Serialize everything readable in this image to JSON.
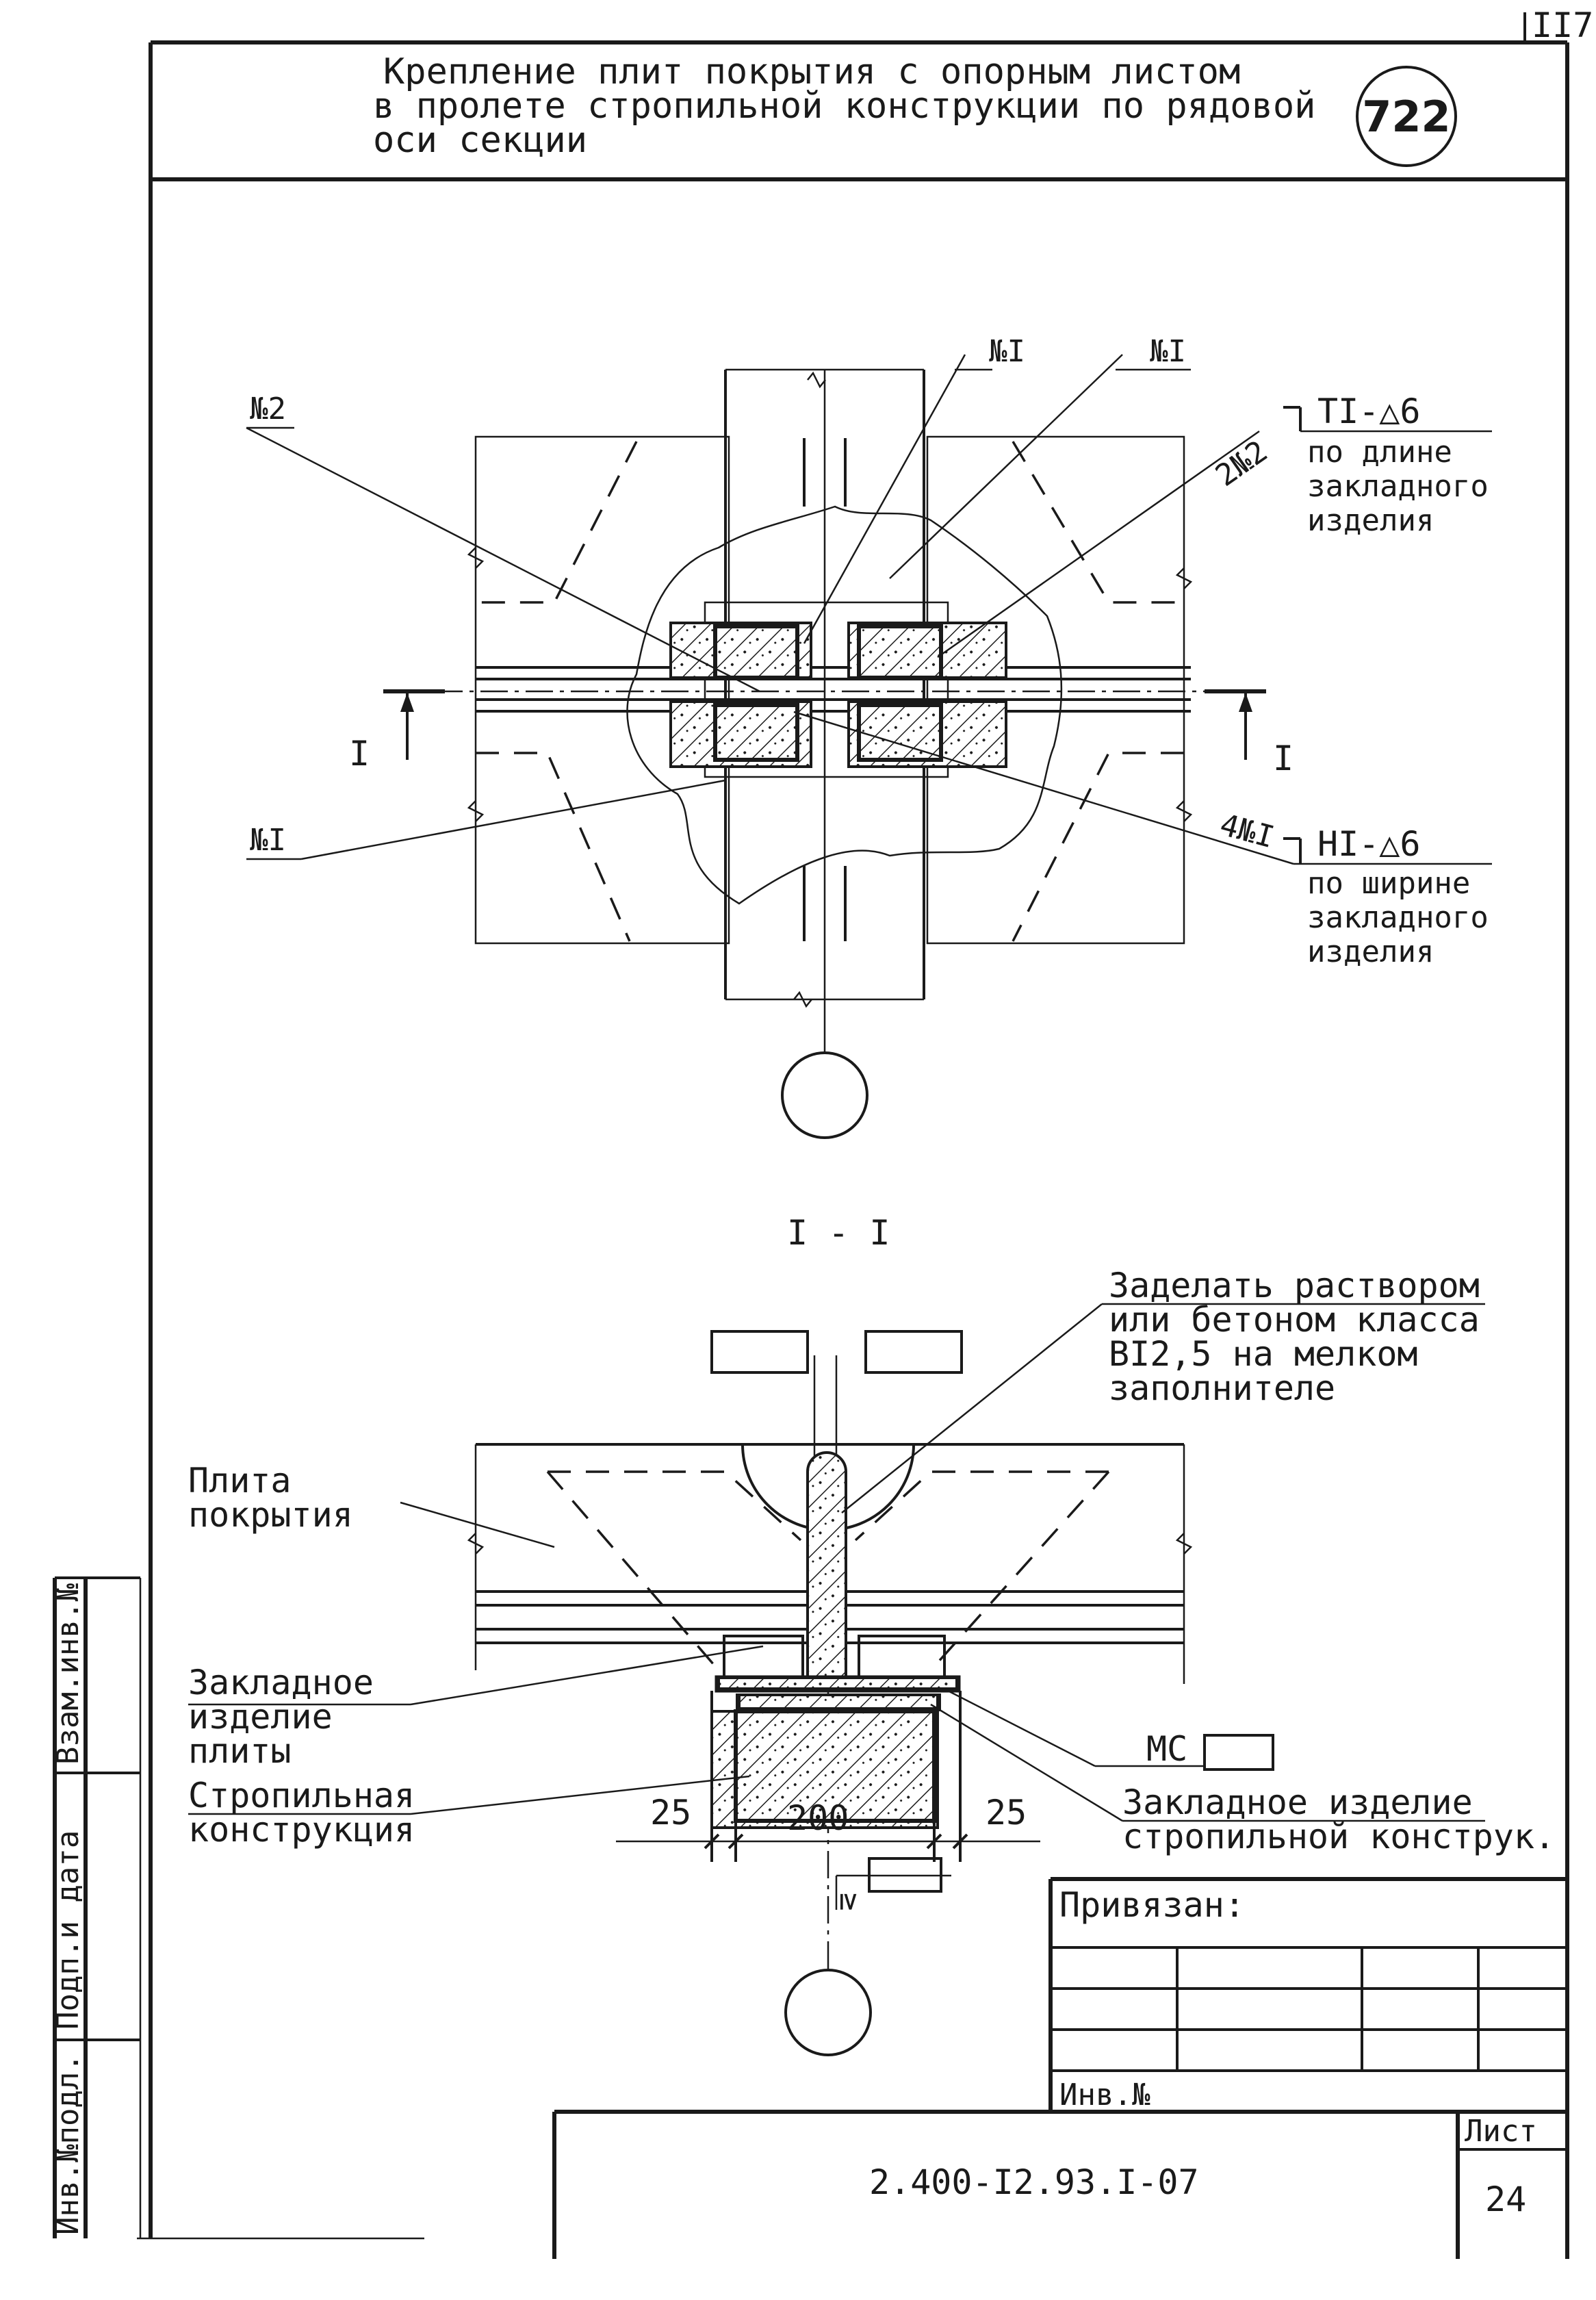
{
  "sheet_corner_number": "II7",
  "title": {
    "line1": "Крепление плит покрытия с опорным листом",
    "line2": "в пролете стропильной конструкции по рядовой",
    "line3": "оси секции"
  },
  "node_number": "722",
  "plan_view": {
    "label_n2": "№2",
    "label_n1_a": "№I",
    "label_n1_b": "№I",
    "label_2n2": "2№2",
    "label_n1_left": "№I",
    "label_4n1": "4№I",
    "weld_top": {
      "symbol": "TI-△6",
      "line1": "по длине",
      "line2": "закладного",
      "line3": "изделия"
    },
    "weld_bottom": {
      "symbol": "HI-△6",
      "line1": "по ширине",
      "line2": "закладного",
      "line3": "изделия"
    },
    "section_mark_left": "I",
    "section_mark_right": "I"
  },
  "section_view": {
    "title": "I - I",
    "note_grout": {
      "line1": "Заделать раствором",
      "line2": "или бетоном класса",
      "line3": "BI2,5 на мелком",
      "line4": "заполнителе"
    },
    "label_slab": {
      "line1": "Плита",
      "line2": "покрытия"
    },
    "label_embed_slab": {
      "line1": "Закладное",
      "line2": "изделие",
      "line3": "плиты"
    },
    "label_truss": {
      "line1": "Стропильная",
      "line2": "конструкция"
    },
    "label_mc": "MC",
    "label_embed_truss": {
      "line1": "Закладное изделие",
      "line2": "стропильной конструк."
    },
    "dim_left": "25",
    "dim_center": "200",
    "dim_right": "25",
    "mark_ge": "≥"
  },
  "title_block": {
    "bound": "Привязан:",
    "inv_no": "Инв.№",
    "doc_code": "2.400-I2.93.I-07",
    "sheet_label": "Лист",
    "sheet_no": "24"
  },
  "side_stamp": {
    "field1": "Инв.№подл.",
    "field2": "Подп.и дата",
    "field3": "Взам.инв.№"
  }
}
